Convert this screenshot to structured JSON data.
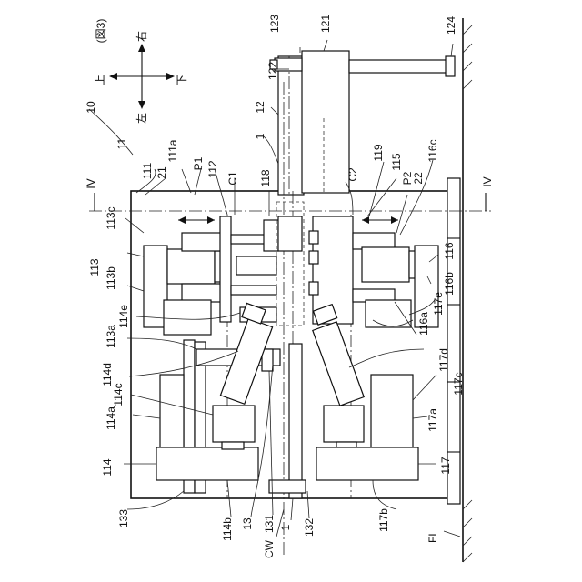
{
  "figure": {
    "title": "(図3)",
    "directions": {
      "up": "上",
      "down": "下",
      "left": "左",
      "right": "右"
    }
  },
  "labels": {
    "l10": "10",
    "l11": "11",
    "l111": "111",
    "l111a": "111a",
    "l1a": "1",
    "l1b": "1",
    "l12": "12",
    "l121": "121",
    "l122": "122",
    "l123": "123",
    "l124": "124",
    "l112": "112",
    "l113": "113",
    "l113a": "113a",
    "l113b": "113b",
    "l113c": "113c",
    "l114": "114",
    "l114a": "114a",
    "l114b": "114b",
    "l114c": "114c",
    "l114d": "114d",
    "l114e": "114e",
    "l115": "115",
    "l116": "116",
    "l116a": "116a",
    "l116b": "116b",
    "l116c": "116c",
    "l117": "117",
    "l117a": "117a",
    "l117b": "117b",
    "l117c": "117c",
    "l117d": "117d",
    "l117e": "117e",
    "l118": "118",
    "l119": "119",
    "l13": "13",
    "l131": "131",
    "l132": "132",
    "l133": "133",
    "l21": "21",
    "l22": "22",
    "lP1": "P1",
    "lP2": "P2",
    "lC1": "C1",
    "lC2": "C2",
    "lIVa": "IV",
    "lIVb": "IV",
    "lCW": "CW",
    "lFL": "FL"
  }
}
